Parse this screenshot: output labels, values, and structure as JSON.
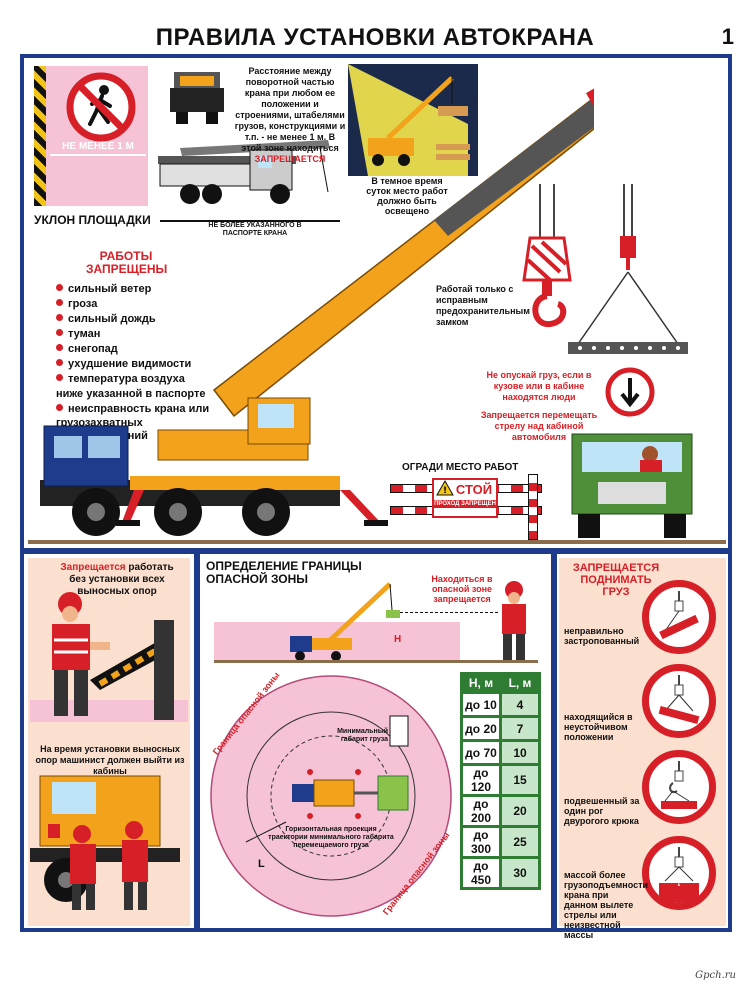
{
  "header": {
    "title": "ПРАВИЛА УСТАНОВКИ АВТОКРАНА",
    "page_number": "1"
  },
  "top": {
    "min_distance_label": "НЕ МЕНЕЕ 1 М",
    "distance_text": "Расстояние между поворотной частью крана при любом ее положении и строениями, штабелями грузов, конструкциями и т.п. - не менее 1 м. В этой зоне находиться",
    "distance_text_red": "ЗАПРЕЩАЕТСЯ",
    "dark_text": "В темное время суток место работ должно быть освещено",
    "slope_label": "УКЛОН ПЛОЩАДКИ",
    "slope_note": "НЕ БОЛЕЕ УКАЗАННОГО В ПАСПОРТЕ КРАНА",
    "works_title": "РАБОТЫ ЗАПРЕЩЕНЫ",
    "works_items": [
      "сильный ветер",
      "гроза",
      "сильный дождь",
      "туман",
      "снегопад",
      "ухудшение видимости",
      "температура воздуха"
    ],
    "works_cont1": "ниже указанной в паспорте",
    "works_item_last": "неисправность крана или",
    "works_cont2": "грузозахватных приспособлений",
    "hook_text": "Работай только с исправным предохранительным замком",
    "people_text": "Не опускай груз, если в кузове или в кабине находятся люди",
    "boom_text": "Запрещается перемещать стрелу над кабиной автомобиля",
    "fence_text": "ОГРАДИ МЕСТО РАБОТ",
    "stop_sign": "СТОЙ",
    "stop_sub": "ПРОХОД ЗАПРЕЩЕН"
  },
  "left": {
    "outriggers_red": "Запрещается",
    "outriggers_text": "работать без установки всех выносных опор",
    "driver_text": "На время установки выносных опор машинист должен выйти из кабины"
  },
  "middle": {
    "title": "ОПРЕДЕЛЕНИЕ ГРАНИЦЫ ОПАСНОЙ ЗОНЫ",
    "danger_text": "Находиться в опасной зоне запрещается",
    "zone_label1": "Граница опасной зоны",
    "zone_label2": "Граница опасной зоны",
    "min_gabarit": "Минимальный габарит груза",
    "projection_text": "Горизонтальная проекция траектории минимального габарита перемещаемого груза",
    "h_letter": "H",
    "l_letter": "L",
    "table": {
      "col_h": "H, м",
      "col_l": "L, м",
      "rows": [
        {
          "h": "до 10",
          "l": "4"
        },
        {
          "h": "до 20",
          "l": "7"
        },
        {
          "h": "до 70",
          "l": "10"
        },
        {
          "h": "до 120",
          "l": "15"
        },
        {
          "h": "до 200",
          "l": "20"
        },
        {
          "h": "до 300",
          "l": "25"
        },
        {
          "h": "до 450",
          "l": "30"
        }
      ]
    }
  },
  "right": {
    "title": "ЗАПРЕЩАЕТСЯ ПОДНИМАТЬ ГРУЗ",
    "items": [
      "неправильно застропованный",
      "находящийся в неустойчивом положении",
      "подвешенный за один рог двурогого крюка",
      "массой более грузоподъемности крана при данном вылете стрелы или неизвестной массы"
    ],
    "question_mark": "?"
  },
  "watermark": "Gpch.ru",
  "colors": {
    "frame": "#1e3a8a",
    "red": "#d61f26",
    "crane": "#f2a31b",
    "pink": "#f6c2d6",
    "peach": "#fbe0cf",
    "green": "#2e7d32"
  }
}
